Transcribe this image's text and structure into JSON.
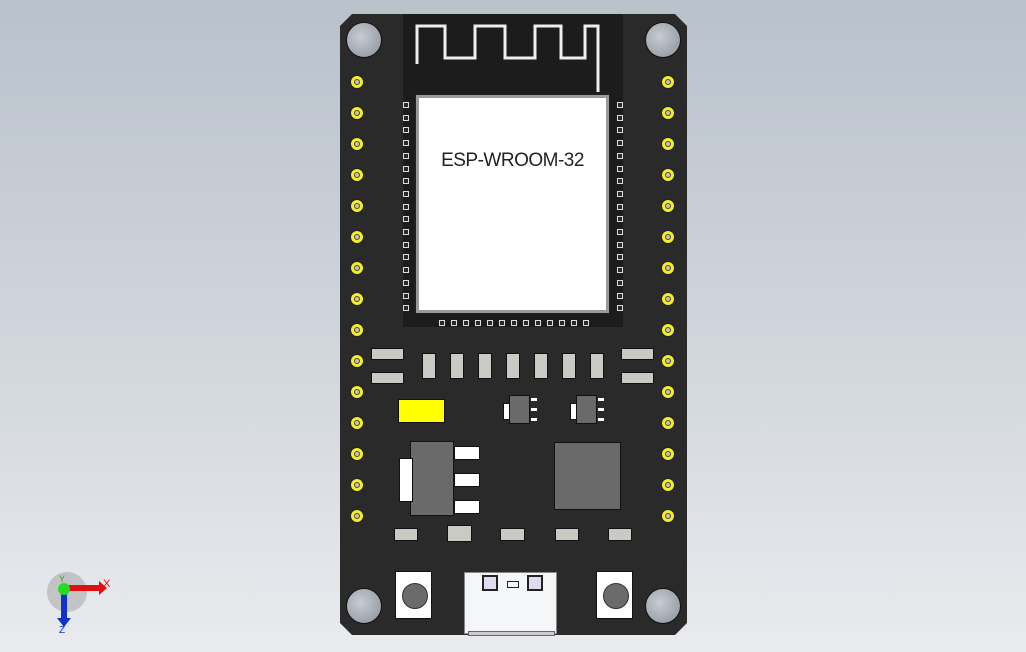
{
  "module": {
    "label": "ESP-WROOM-32"
  },
  "triad": {
    "x_label": "X",
    "y_label": "Y",
    "z_label": "Z"
  },
  "colors": {
    "board": "#2a2a2a",
    "pins": "#f4ee2a",
    "led": "#ffff00",
    "x_axis": "#e01010",
    "y_axis": "#20d020",
    "z_axis": "#1030d0"
  }
}
